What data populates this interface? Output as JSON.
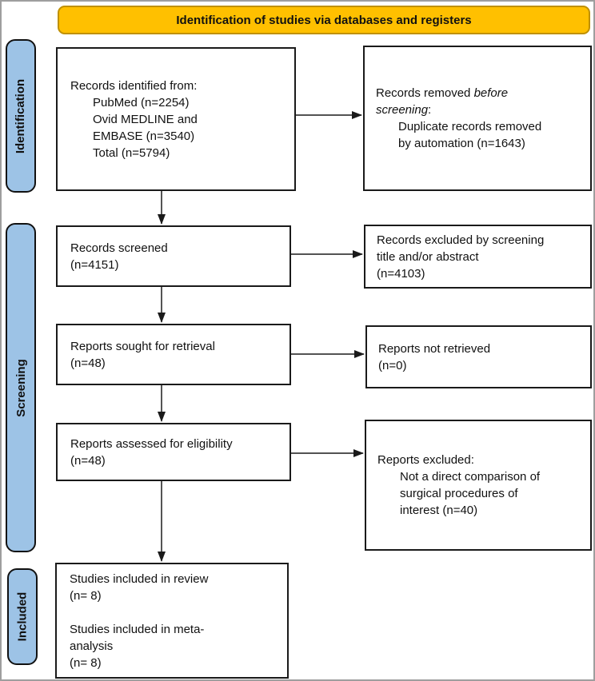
{
  "banner": {
    "title": "Identification of studies via databases and registers"
  },
  "colors": {
    "banner_bg": "#FFC000",
    "banner_border": "#BF9000",
    "stage_bg": "#9DC3E6",
    "box_border": "#1A1A1A",
    "arrow": "#1A1A1A"
  },
  "stages": {
    "identification": {
      "label": "Identification"
    },
    "screening": {
      "label": "Screening"
    },
    "included": {
      "label": "Included"
    }
  },
  "flow": {
    "records_identified": {
      "title": "Records identified from:",
      "items": "PubMed (n=2254)\nOvid MEDLINE and\nEMBASE (n=3540)\nTotal (n=5794)"
    },
    "records_removed": {
      "lead": "Records removed ",
      "italic_line1": "before",
      "italic_line2": "screening",
      "colon": ":",
      "items": "Duplicate records removed\nby automation (n=1643)"
    },
    "records_screened": {
      "text": "Records screened\n(n=4151)"
    },
    "records_excluded": {
      "text": "Records excluded by screening\ntitle and/or abstract\n(n=4103)"
    },
    "reports_sought": {
      "text": "Reports sought for retrieval\n(n=48)"
    },
    "reports_not_retrieved": {
      "text": "Reports not retrieved\n(n=0)"
    },
    "reports_assessed": {
      "text": "Reports assessed for eligibility\n(n=48)"
    },
    "reports_excluded": {
      "title": "Reports excluded:",
      "items": "Not a direct comparison of\nsurgical procedures of\ninterest (n=40)"
    },
    "studies_included": {
      "text": "Studies included in review\n(n= 8)\n\nStudies included in meta-\nanalysis\n(n= 8)"
    }
  }
}
